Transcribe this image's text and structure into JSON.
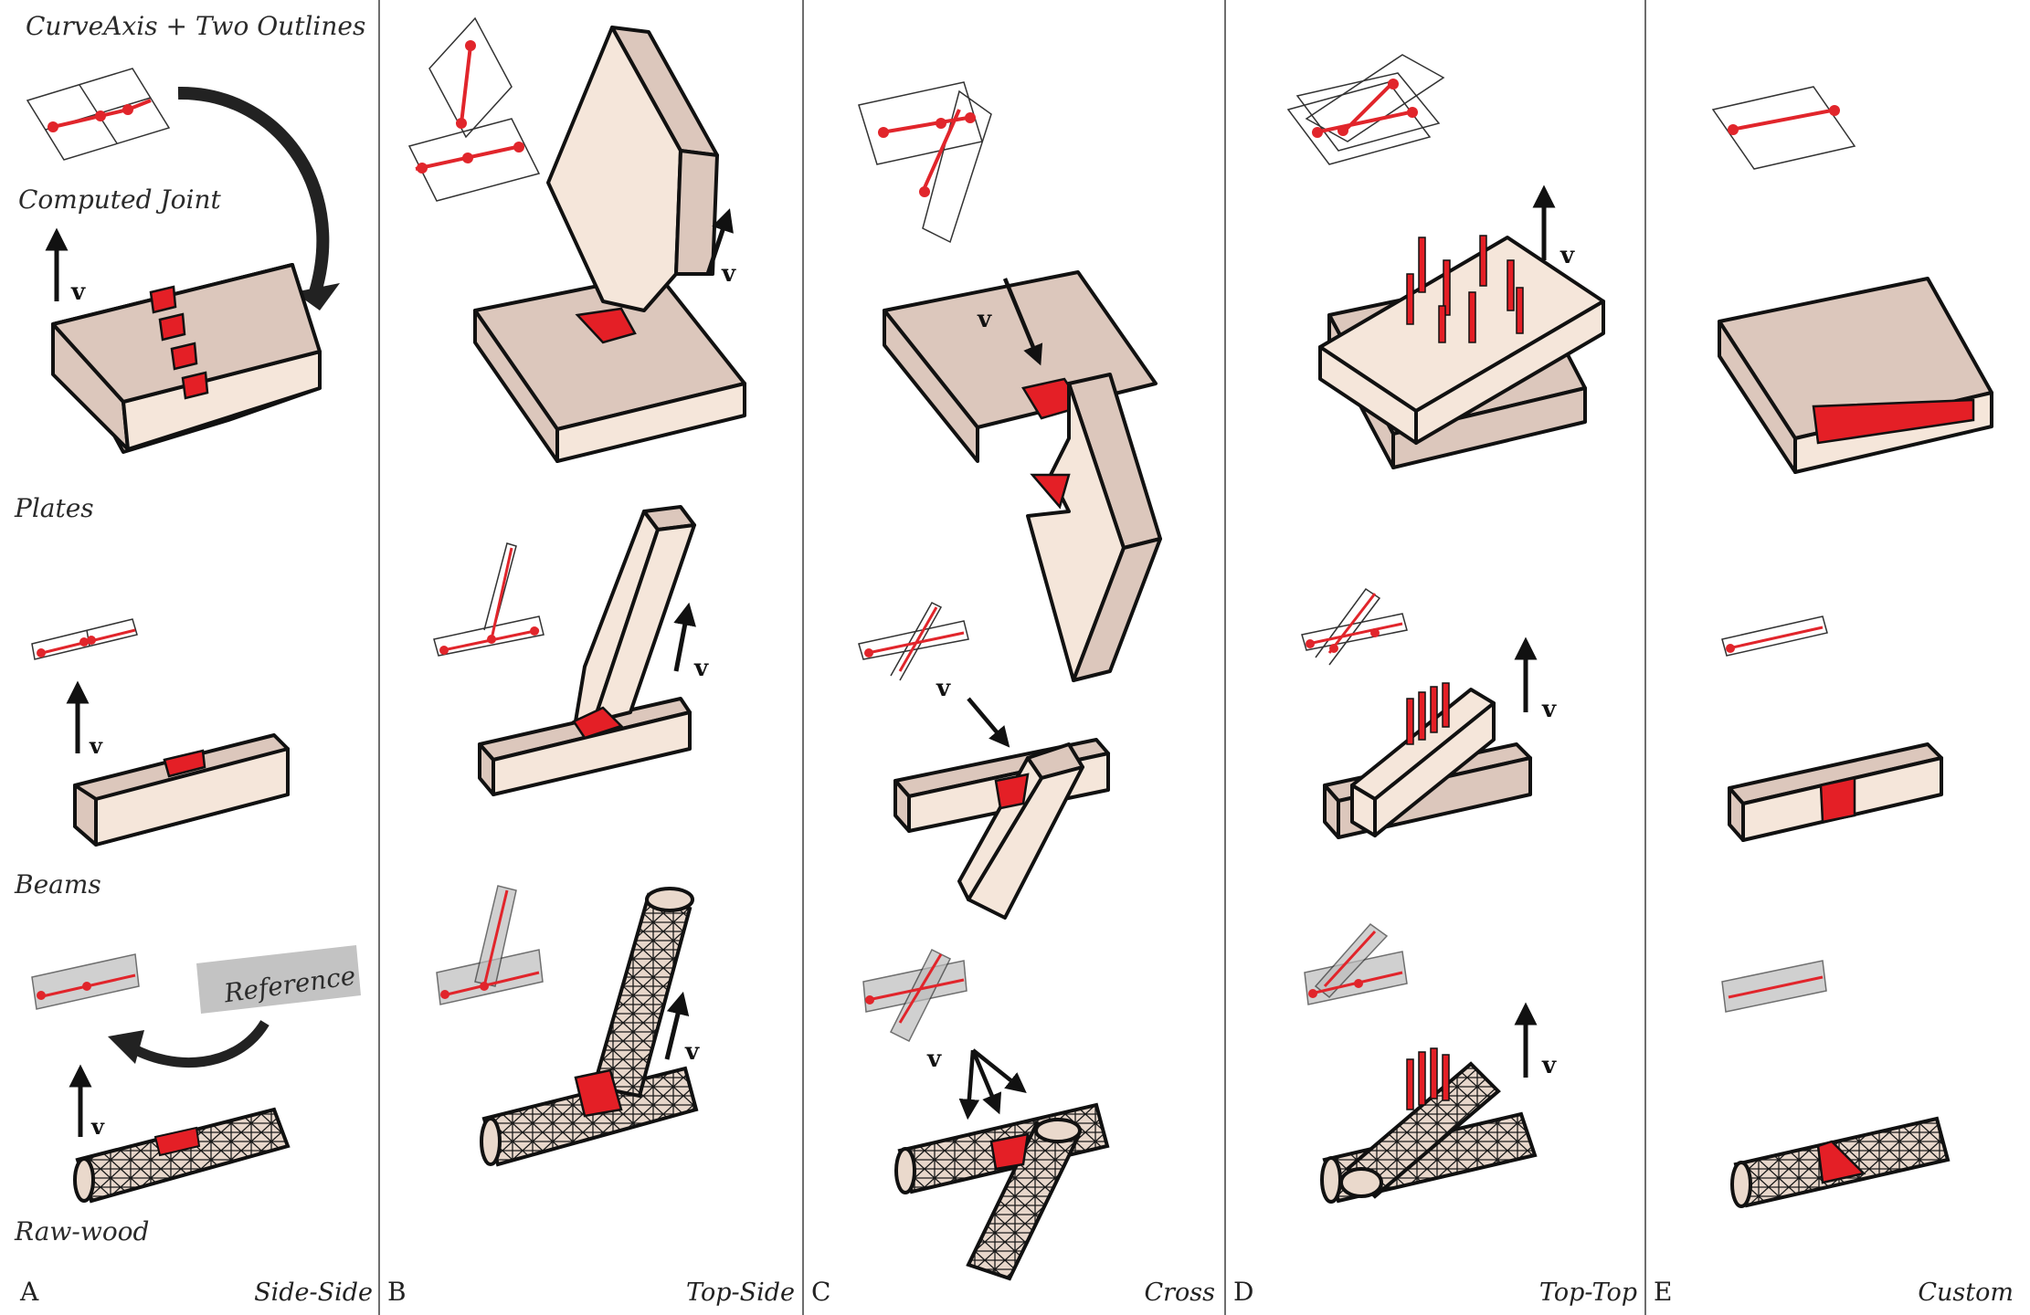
{
  "legend": {
    "curve_axis": "CurveAxis + Two Outlines",
    "computed_joint": "Computed Joint",
    "plates": "Plates",
    "beams": "Beams",
    "raw_wood": "Raw-wood",
    "reference": "Reference",
    "velocity_symbol": "v"
  },
  "columns": [
    {
      "letter": "A",
      "name": "Side-Side"
    },
    {
      "letter": "B",
      "name": "Top-Side"
    },
    {
      "letter": "C",
      "name": "Cross"
    },
    {
      "letter": "D",
      "name": "Top-Top"
    },
    {
      "letter": "E",
      "name": "Custom"
    }
  ],
  "colors": {
    "wood_top": "#f5e6da",
    "wood_side": "#dcc7bc",
    "joint_red": "#e41f26",
    "outline": "#111111",
    "axis_red": "#e1252b"
  }
}
